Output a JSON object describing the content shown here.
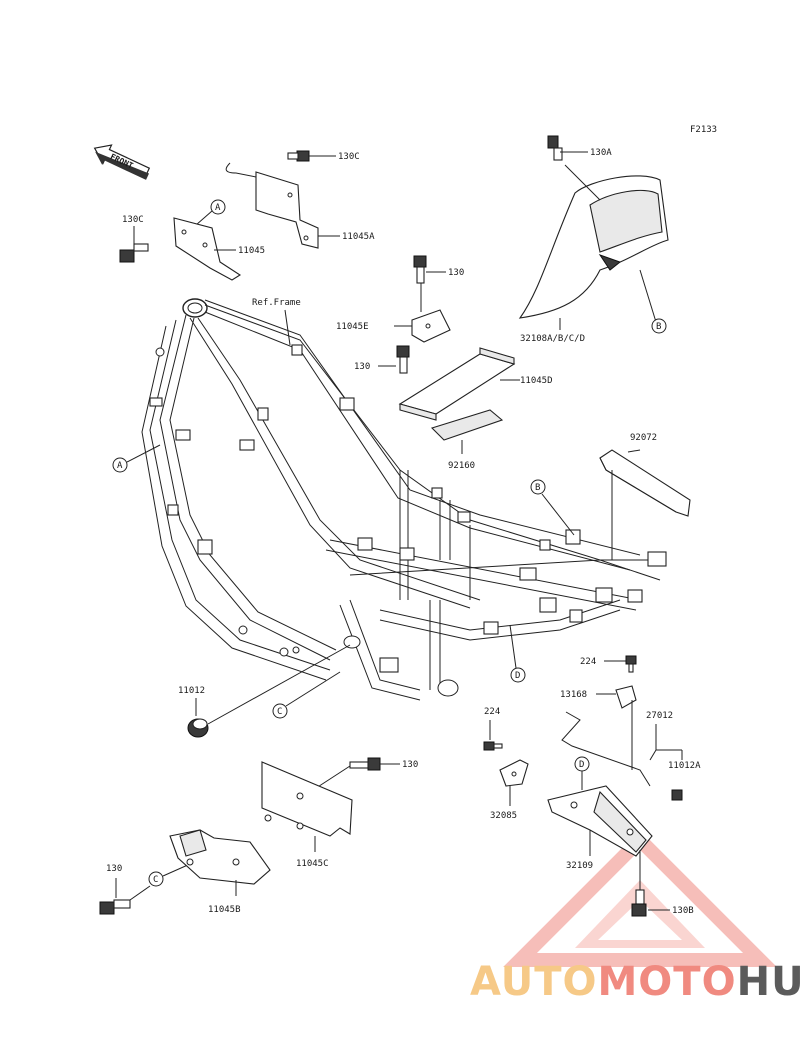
{
  "diagram": {
    "figure_id": "F2133",
    "front_label": "FRONT",
    "ref_frame_label": "Ref.Frame",
    "parts": {
      "p130c_top": "130C",
      "p130c_left": "130C",
      "p11045": "11045",
      "p11045a": "11045A",
      "p130a": "130A",
      "p32108": "32108A/B/C/D",
      "p130_mid": "130",
      "p11045e": "11045E",
      "p130_left": "130",
      "p11045d": "11045D",
      "p92160": "92160",
      "p92072": "92072",
      "p11012": "11012",
      "p224_right": "224",
      "p13168": "13168",
      "p27012": "27012",
      "p11012a": "11012A",
      "p224_mid": "224",
      "p32085": "32085",
      "p32109": "32109",
      "p130b": "130B",
      "p130_low": "130",
      "p11045c": "11045C",
      "p130_bottom": "130",
      "p11045b": "11045B"
    },
    "callouts": {
      "a1": "A",
      "a2": "A",
      "b1": "B",
      "b2": "B",
      "c1": "C",
      "c2": "C",
      "d1": "D",
      "d2": "D"
    }
  },
  "watermark": {
    "part1": "AUTO",
    "part2": "MOTO",
    "part3": "HUB",
    "colors": {
      "auto": "#f6c987",
      "moto": "#f08a80",
      "hub": "#5b5b5b",
      "triangle": "#f08a80"
    }
  }
}
